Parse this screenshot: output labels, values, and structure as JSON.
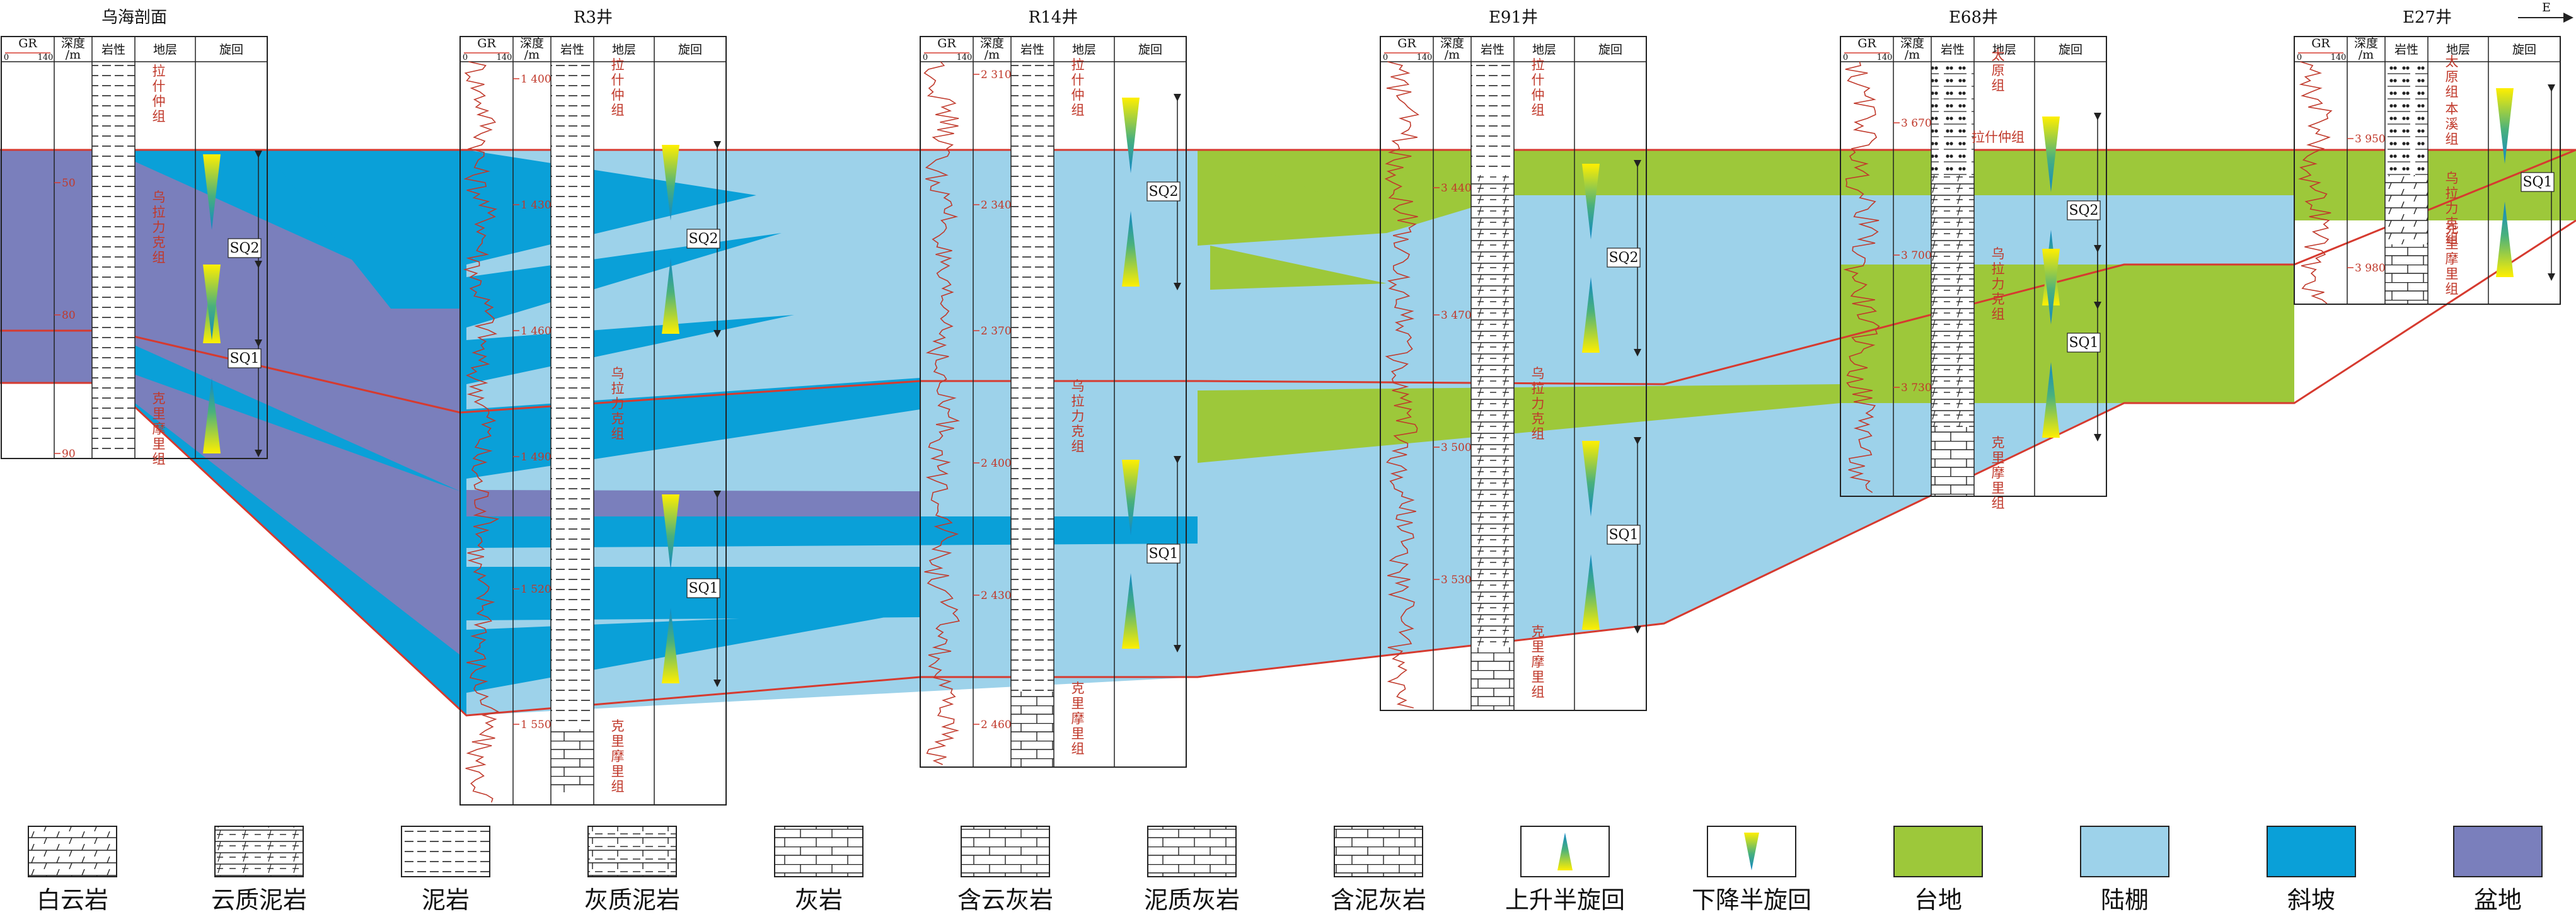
{
  "colors": {
    "platform": "#9dc83a",
    "shelf": "#9dd2ea",
    "slope": "#0aa0d8",
    "basin": "#7a7fbc",
    "red": "#d63a2f",
    "gr_curve": "#c0392b"
  },
  "east_arrow": "E",
  "header_labels": {
    "gr": "GR",
    "gr_min": "0",
    "gr_max": "140",
    "depth": "深度",
    "depth_unit": "/m",
    "lithology": "岩性",
    "strata": "地层",
    "cycle": "旋回"
  },
  "wells": [
    {
      "title": "乌海剖面",
      "depths": [
        "50",
        "80",
        "90"
      ],
      "formations": [
        "拉\n什\n仲\n组",
        "乌\n拉\n力\n克\n组",
        "克\n里\n摩\n里\n组"
      ],
      "sequences": [
        "SQ2",
        "SQ1"
      ]
    },
    {
      "title": "R3井",
      "depths": [
        "1 400",
        "1 430",
        "1 460",
        "1 490",
        "1 520",
        "1 550"
      ],
      "formations": [
        "拉\n什\n仲\n组",
        "乌\n拉\n力\n克\n组",
        "克\n里\n摩\n里\n组"
      ],
      "sequences": [
        "SQ2",
        "SQ1"
      ]
    },
    {
      "title": "R14井",
      "depths": [
        "2 310",
        "2 340",
        "2 370",
        "2 400",
        "2 430",
        "2 460"
      ],
      "formations": [
        "拉\n什\n仲\n组",
        "乌\n拉\n力\n克\n组",
        "克\n里\n摩\n里\n组"
      ],
      "sequences": [
        "SQ2",
        "SQ1"
      ]
    },
    {
      "title": "E91井",
      "depths": [
        "3 440",
        "3 470",
        "3 500",
        "3 530"
      ],
      "formations": [
        "拉\n什\n仲\n组",
        "乌\n拉\n力\n克\n组",
        "克\n里\n摩\n里\n组"
      ],
      "sequences": [
        "SQ2",
        "SQ1"
      ]
    },
    {
      "title": "E68井",
      "depths": [
        "3 670",
        "3 700",
        "3 730"
      ],
      "formations": [
        "太\n原\n组",
        "拉什仲组",
        "乌\n拉\n力\n克\n组",
        "克\n里\n摩\n里\n组"
      ],
      "sequences": [
        "SQ2",
        "SQ1"
      ]
    },
    {
      "title": "E27井",
      "depths": [
        "3 950",
        "3 980"
      ],
      "formations": [
        "太\n原\n组",
        "本\n溪\n组",
        "乌\n拉\n力\n克\n组",
        "克\n里\n摩\n里\n组"
      ],
      "sequences": [
        "SQ1"
      ]
    }
  ],
  "legend": [
    {
      "label": "白云岩",
      "kind": "dolomite"
    },
    {
      "label": "云质泥岩",
      "kind": "dolomitic_mudstone"
    },
    {
      "label": "泥岩",
      "kind": "mudstone"
    },
    {
      "label": "灰质泥岩",
      "kind": "calcareous_mudstone"
    },
    {
      "label": "灰岩",
      "kind": "limestone"
    },
    {
      "label": "含云灰岩",
      "kind": "dolomitic_limestone"
    },
    {
      "label": "泥质灰岩",
      "kind": "argillaceous_limestone"
    },
    {
      "label": "含泥灰岩",
      "kind": "muddy_limestone"
    },
    {
      "label": "上升半旋回",
      "kind": "rising"
    },
    {
      "label": "下降半旋回",
      "kind": "falling"
    },
    {
      "label": "台地",
      "kind": "platform"
    },
    {
      "label": "陆棚",
      "kind": "shelf"
    },
    {
      "label": "斜坡",
      "kind": "slope"
    },
    {
      "label": "盆地",
      "kind": "basin"
    }
  ]
}
